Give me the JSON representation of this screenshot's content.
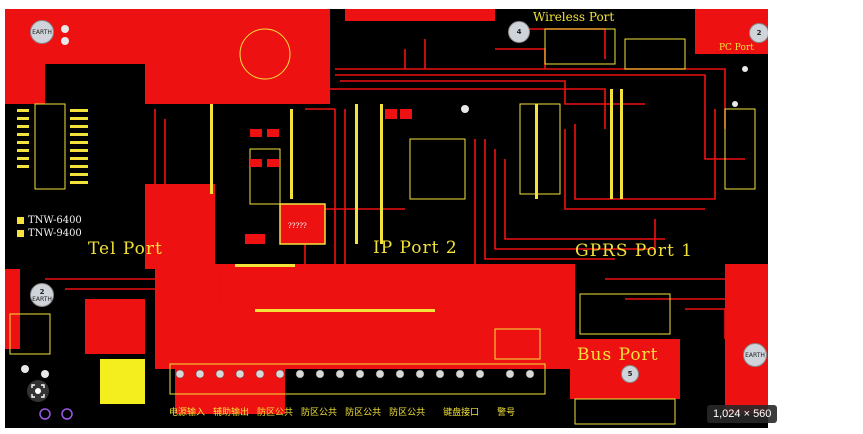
{
  "image": {
    "alt": "Printed circuit board layout",
    "labels": {
      "wireless_port": "Wireless Port",
      "pc_port": "PC Port",
      "tel_port": "Tel Port",
      "ip_port": "IP  Port 2",
      "gprs_port": "GPRS  Port 1",
      "bus_port": "Bus Port",
      "chip_label": "?????"
    },
    "legend": [
      "TNW-6400",
      "TNW-9400"
    ],
    "earth_label": "EARTH",
    "markers": [
      "4",
      "2",
      "2",
      "5"
    ],
    "bottom_labels": [
      "电源输入",
      "辅助输出",
      "防区公共",
      "防区公共",
      "防区公共",
      "防区公共",
      "键盘接口",
      "警号"
    ]
  },
  "viewer": {
    "dimensions_badge": "1,024 × 560"
  },
  "colors": {
    "board": "#000000",
    "copper": "#ee1111",
    "silk": "#f2e23a"
  }
}
